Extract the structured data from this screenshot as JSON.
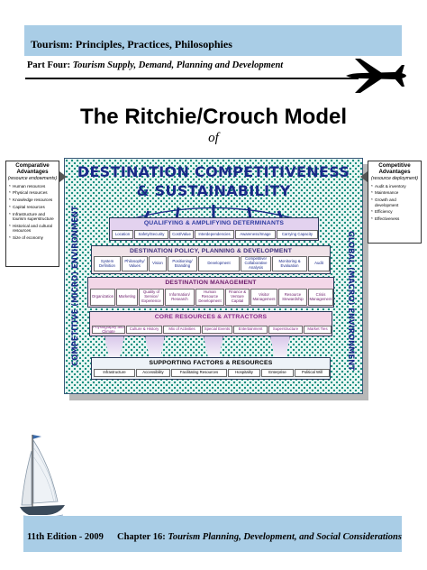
{
  "header": {
    "course": "Tourism: Principles, Practices, Philosophies",
    "part_label": "Part Four:",
    "part_title": "Tourism Supply, Demand, Planning and Development"
  },
  "slide": {
    "title": "The Ritchie/Crouch Model",
    "subtitle": "of"
  },
  "diagram": {
    "title_line1": "DESTINATION COMPETITIVENESS",
    "title_line2": "& SUSTAINABILITY",
    "left_axis": "COMPETITIVE (MICRO) ENVIRONMENT",
    "right_axis": "GLOBAL (MACRO) ENVIRONMENT",
    "tiers": [
      {
        "heading": "QUALIFYING & AMPLIFYING DETERMINANTS",
        "items": [
          "Location",
          "Safety/Security",
          "Cost/Value",
          "Interdependencies",
          "Awareness/Image",
          "Carrying Capacity"
        ]
      },
      {
        "heading": "DESTINATION POLICY, PLANNING & DEVELOPMENT",
        "items": [
          "System Definition",
          "Philosophy/ Values",
          "Vision",
          "Positioning/ Branding",
          "Development",
          "Competitive/ Collaborative Analysis",
          "Monitoring & Evaluation",
          "Audit"
        ]
      },
      {
        "heading": "DESTINATION MANAGEMENT",
        "items": [
          "Organization",
          "Marketing",
          "Quality of Service/ Experience",
          "Information/ Research",
          "Human Resource Development",
          "Finance & Venture Capital",
          "Visitor Management",
          "Resource Stewardship",
          "Crisis Management"
        ]
      },
      {
        "heading": "CORE RESOURCES & ATTRACTORS",
        "items": [
          "Physiography and Climate",
          "Culture & History",
          "Mix of Activities",
          "Special Events",
          "Entertainment",
          "Superstructure",
          "Market Ties"
        ]
      },
      {
        "heading": "SUPPORTING FACTORS & RESOURCES",
        "items": [
          "Infrastructure",
          "Accessibility",
          "Facilitating Resources",
          "Hospitality",
          "Enterprise",
          "Political Will"
        ]
      }
    ],
    "comparative": {
      "title": "Comparative Advantages",
      "subtitle": "(resource endowments)",
      "items": [
        "Human resources",
        "Physical resources",
        "Knowledge resources",
        "Capital resources",
        "Infrastructure and tourism superstructure",
        "Historical and cultural resources",
        "Size of economy"
      ]
    },
    "competitive": {
      "title": "Competitive Advantages",
      "subtitle": "(resource deployment)",
      "items": [
        "Audit & inventory",
        "Maintenance",
        "Growth and development",
        "Efficiency",
        "Effectiveness"
      ]
    },
    "colors": {
      "title": "#1a2a88",
      "pattern": "#1a9080",
      "tier1": "#e3d2ef",
      "tier3": "#f3d7e8"
    }
  },
  "footer": {
    "edition": "11th Edition - 2009",
    "chapter_label": "Chapter 16:",
    "chapter_title": "Tourism Planning, Development, and Social Considerations"
  },
  "icons": [
    "airplane-icon",
    "sailboat-icon"
  ]
}
